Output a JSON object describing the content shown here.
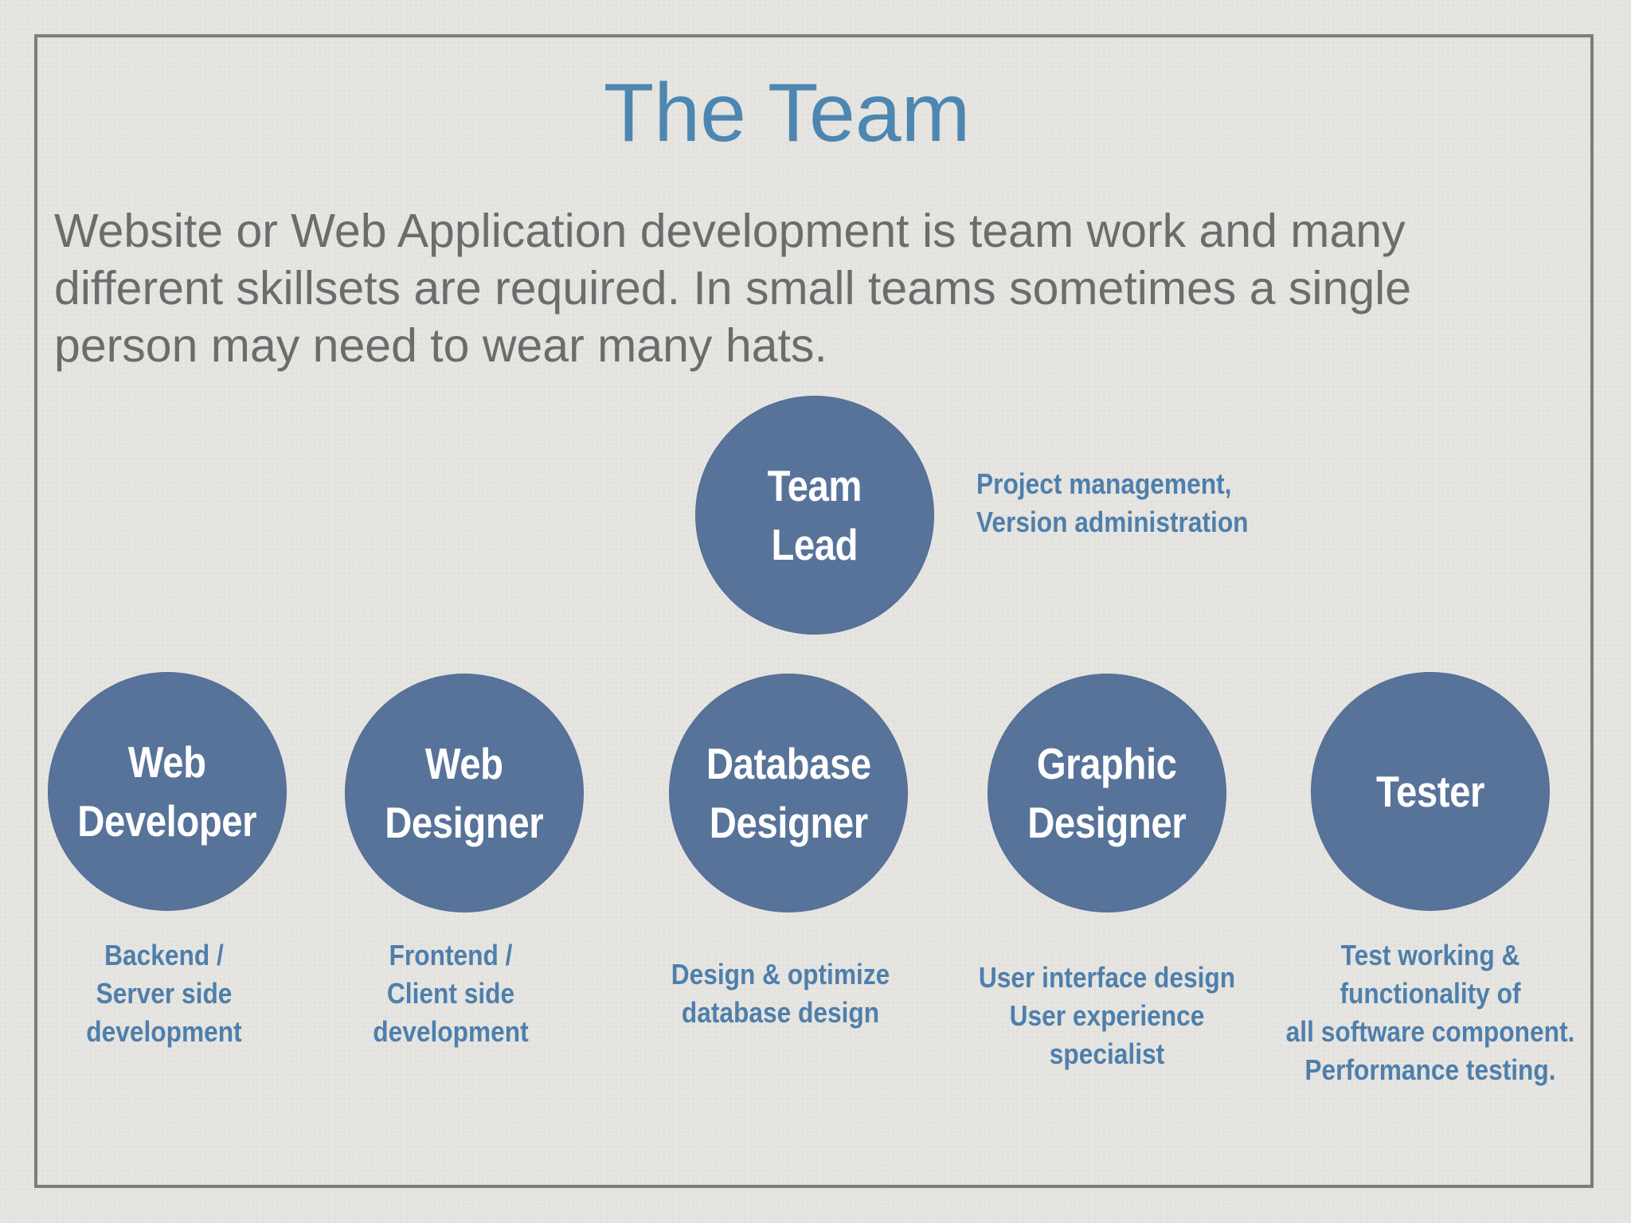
{
  "slide": {
    "title": "The Team",
    "intro": "Website or Web Application development is team work and many different skillsets are required. In small teams sometimes a single person may need to wear many hats."
  },
  "team_lead": {
    "label": "Team\nLead",
    "description": "Project management,\nVersion administration"
  },
  "roles": [
    {
      "label": "Web\nDeveloper",
      "description": "Backend /\nServer side\ndevelopment"
    },
    {
      "label": "Web\nDesigner",
      "description": "Frontend /\nClient side\ndevelopment"
    },
    {
      "label": "Database\nDesigner",
      "description": "Design & optimize\ndatabase design"
    },
    {
      "label": "Graphic\nDesigner",
      "description": "User interface design\nUser experience\nspecialist"
    },
    {
      "label": "Tester",
      "description": "Test working &\nfunctionality of\nall software component.\nPerformance testing."
    }
  ],
  "colors": {
    "background": "#e4e3df",
    "title": "#4d86b1",
    "body_text": "#6c6c6c",
    "circle": "#58739a",
    "description": "#4e7fac"
  }
}
